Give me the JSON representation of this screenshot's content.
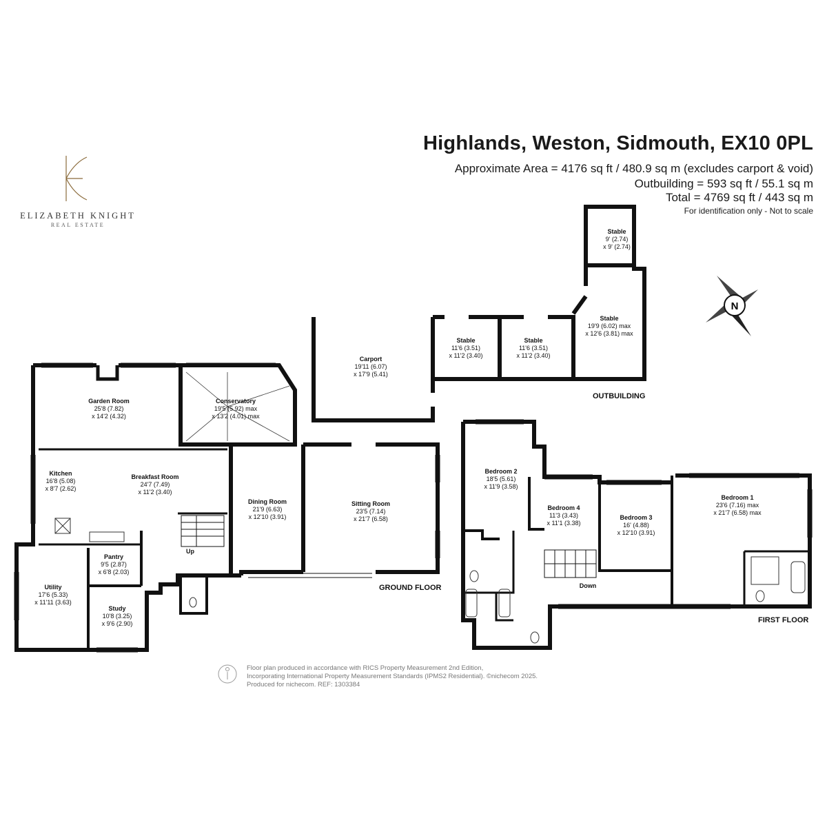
{
  "header": {
    "title": "Highlands, Weston, Sidmouth, EX10 0PL",
    "approx_area": "Approximate Area = 4176 sq ft / 480.9 sq m (excludes carport & void)",
    "outbuilding": "Outbuilding = 593 sq ft / 55.1 sq m",
    "total": "Total = 4769 sq ft / 443 sq m",
    "identification": "For identification only - Not to scale"
  },
  "logo": {
    "name": "ELIZABETH KNIGHT",
    "sub": "REAL ESTATE"
  },
  "compass": {
    "letter": "N"
  },
  "floors": {
    "ground": "GROUND FLOOR",
    "first": "FIRST FLOOR",
    "outbuilding": "OUTBUILDING"
  },
  "rooms": {
    "garden_room": {
      "name": "Garden Room",
      "dim1": "25'8 (7.82)",
      "dim2": "x 14'2 (4.32)"
    },
    "conservatory": {
      "name": "Conservatory",
      "dim1": "19'5 (5.92) max",
      "dim2": "x 13'2 (4.01) max"
    },
    "kitchen": {
      "name": "Kitchen",
      "dim1": "16'8 (5.08)",
      "dim2": "x 8'7 (2.62)"
    },
    "breakfast_room": {
      "name": "Breakfast Room",
      "dim1": "24'7 (7.49)",
      "dim2": "x 11'2 (3.40)"
    },
    "pantry": {
      "name": "Pantry",
      "dim1": "9'5 (2.87)",
      "dim2": "x 6'8 (2.03)"
    },
    "utility": {
      "name": "Utility",
      "dim1": "17'6 (5.33)",
      "dim2": "x 11'11 (3.63)"
    },
    "study": {
      "name": "Study",
      "dim1": "10'8 (3.25)",
      "dim2": "x 9'6 (2.90)"
    },
    "dining_room": {
      "name": "Dining Room",
      "dim1": "21'9 (6.63)",
      "dim2": "x 12'10 (3.91)"
    },
    "sitting_room": {
      "name": "Sitting Room",
      "dim1": "23'5 (7.14)",
      "dim2": "x 21'7 (6.58)"
    },
    "carport": {
      "name": "Carport",
      "dim1": "19'11 (6.07)",
      "dim2": "x 17'9 (5.41)"
    },
    "stable_a": {
      "name": "Stable",
      "dim1": "11'6 (3.51)",
      "dim2": "x 11'2 (3.40)"
    },
    "stable_b": {
      "name": "Stable",
      "dim1": "11'6 (3.51)",
      "dim2": "x 11'2 (3.40)"
    },
    "stable_c": {
      "name": "Stable",
      "dim1": "19'9 (6.02) max",
      "dim2": "x 12'6 (3.81) max"
    },
    "stable_d": {
      "name": "Stable",
      "dim1": "9' (2.74)",
      "dim2": "x 9' (2.74)"
    },
    "bedroom_2": {
      "name": "Bedroom 2",
      "dim1": "18'5 (5.61)",
      "dim2": "x 11'9 (3.58)"
    },
    "bedroom_4": {
      "name": "Bedroom 4",
      "dim1": "11'3 (3.43)",
      "dim2": "x 11'1 (3.38)"
    },
    "bedroom_3": {
      "name": "Bedroom 3",
      "dim1": "16' (4.88)",
      "dim2": "x 12'10 (3.91)"
    },
    "bedroom_1": {
      "name": "Bedroom 1",
      "dim1": "23'6 (7.16) max",
      "dim2": "x 21'7 (6.58) max"
    }
  },
  "stairs": {
    "up": "Up",
    "down": "Down"
  },
  "footer": {
    "line1": "Floor plan produced in accordance with RICS Property Measurement 2nd Edition,",
    "line2": "Incorporating International Property Measurement Standards (IPMS2 Residential).  ©nichecom 2025.",
    "line3": "Produced for nichecom.  REF:  1303384"
  }
}
